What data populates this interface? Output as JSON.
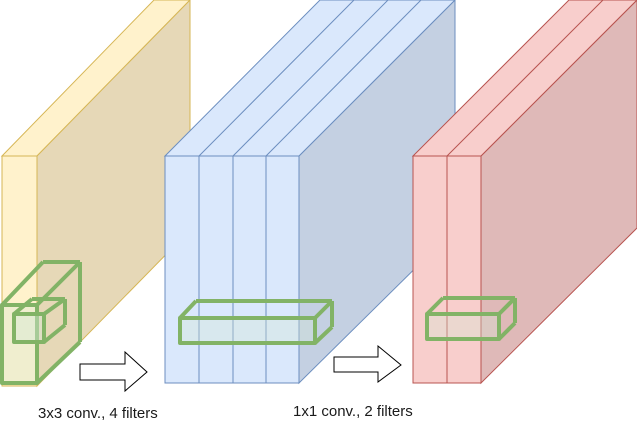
{
  "diagram": {
    "captions": {
      "first": "3x3 conv., 4 filters",
      "second": "1x1 conv., 2 filters"
    },
    "blocks": [
      {
        "name": "input-volume",
        "channels": 1,
        "face_fill": "#fff2cc",
        "side_fill": "#e6d8b7",
        "stroke": "#d6b656"
      },
      {
        "name": "conv3x3-output-volume",
        "channels": 4,
        "face_fill": "#dae8fc",
        "side_fill": "#c4d0e2",
        "stroke": "#6c8ebf"
      },
      {
        "name": "conv1x1-output-volume",
        "channels": 2,
        "face_fill": "#f8cecc",
        "side_fill": "#dfb9b8",
        "stroke": "#b85450"
      }
    ],
    "kernel_color": "#82b366",
    "arrow_stroke": "#000000"
  }
}
